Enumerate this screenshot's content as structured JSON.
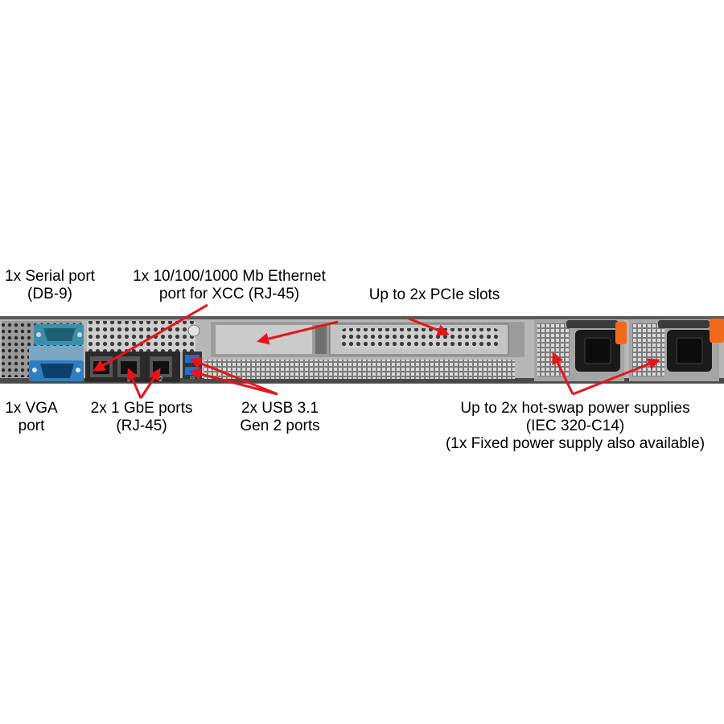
{
  "callouts": {
    "serial": {
      "line1": "1x Serial port",
      "line2": "(DB-9)"
    },
    "xcc": {
      "line1": "1x 10/100/1000 Mb Ethernet",
      "line2": "port for XCC (RJ-45)"
    },
    "pcie": {
      "line1": "Up to 2x PCIe slots"
    },
    "vga": {
      "line1": "1x VGA",
      "line2": "port"
    },
    "gbe": {
      "line1": "2x 1 GbE ports",
      "line2": "(RJ-45)"
    },
    "usb": {
      "line1": "2x USB 3.1",
      "line2": "Gen 2 ports"
    },
    "psu": {
      "line1": "Up to 2x hot-swap power supplies",
      "line2": "(IEC 320-C14)",
      "line3": "(1x Fixed power supply also available)"
    }
  },
  "port_marks": {
    "gbe_1": "1",
    "gbe_2": "2",
    "usb_ss": "SS"
  },
  "colors": {
    "arrow": "#e8141b",
    "chassis": "#8a8a8a",
    "serial_port": "#3d8ea8",
    "vga_port": "#2f7fc0",
    "usb_port": "#1a6fd0",
    "psu_handle": "#f26a1b",
    "port_panel": "#2a2a2a"
  }
}
